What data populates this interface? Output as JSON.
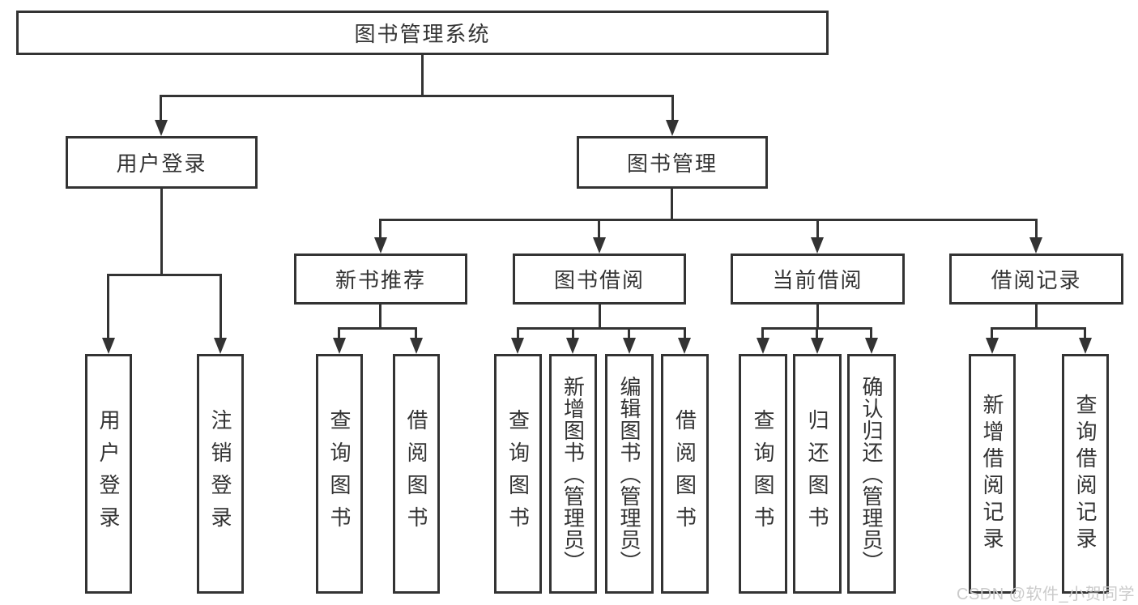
{
  "tree": {
    "label": "图书管理系统",
    "children": [
      {
        "label": "用户登录",
        "children": [
          {
            "label": "用户登录"
          },
          {
            "label": "注销登录"
          }
        ]
      },
      {
        "label": "图书管理",
        "children": [
          {
            "label": "新书推荐",
            "children": [
              {
                "label": "查询图书"
              },
              {
                "label": "借阅图书"
              }
            ]
          },
          {
            "label": "图书借阅",
            "children": [
              {
                "label": "查询图书"
              },
              {
                "label": "新增图书（管理员）"
              },
              {
                "label": "编辑图书（管理员）"
              },
              {
                "label": "借阅图书"
              }
            ]
          },
          {
            "label": "当前借阅",
            "children": [
              {
                "label": "查询图书"
              },
              {
                "label": "归还图书"
              },
              {
                "label": "确认归还（管理员）"
              }
            ]
          },
          {
            "label": "借阅记录",
            "children": [
              {
                "label": "新增借阅记录"
              },
              {
                "label": "查询借阅记录"
              }
            ]
          }
        ]
      }
    ]
  },
  "watermark": {
    "text": "CSDN @软件_小贺同学"
  },
  "colors": {
    "line": "#333333",
    "box_border": "#333333",
    "text": "#333333",
    "watermark": "#cbcbcb",
    "background": "#ffffff"
  }
}
